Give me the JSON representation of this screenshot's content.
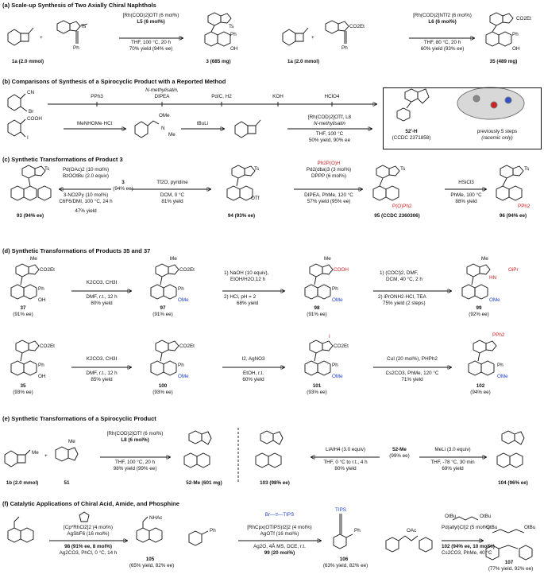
{
  "sections": {
    "a": "(a) Scale-up Synthesis of Two Axially Chiral Naphthols",
    "b": "(b) Comparisons of Synthesis of a Spirocyclic Product with a Reported Method",
    "c": "(c) Synthetic Transformations of Product 3",
    "d": "(d) Synthetic Transformations of Products 35 and 37",
    "e": "(e) Synthetic Transformations of a Spirocyclic Product",
    "f": "(f) Catalytic Applications of Chiral Acid, Amide, and Phosphine"
  },
  "a": {
    "r1_line1": "[Rh(COD)2]OTf (6 mol%)",
    "r1_line2": "L5 (6 mol%)",
    "r1_line3": "THF, 100 °C, 20 h",
    "r1_line4": "70% yield (94% ee)",
    "r2_line1": "[Rh(COD)2]NTf2 (6 mol%)",
    "r2_line2": "L6 (6 mol%)",
    "r2_line3": "THF, 80 °C, 20 h",
    "r2_line4": "60% yield (93% ee)",
    "sm1": "1a (2.0 mmol)",
    "sm2": "1a (2.0 mmol)",
    "p3": "3 (685 mg)",
    "p35": "35 (489 mg)",
    "ts": "Ts",
    "ph": "Ph",
    "co2et": "CO2Et",
    "oh": "OH"
  },
  "b": {
    "step1": "PPh3",
    "step2a": "N-methylisatin,",
    "step2b": "DIPEA",
    "step3": "Pd/C, H2",
    "step4": "KOH",
    "step5": "HClO4",
    "row2_r1": "MeNHOMe·HCl",
    "row2_r2": "tBuLi",
    "row2_r3a": "[Rh(COD)2]OTf, L8",
    "row2_r3b": "N-methylisatin",
    "row2_r3c": "THF, 100 °C",
    "row2_r3d": "50% yield, 90% ee",
    "sm_cn": "CN",
    "sm_br": "Br",
    "sm_acid": "COOH",
    "sm_i": "I",
    "weinreb_ome": "OMe",
    "weinreb_me": "Me",
    "weinreb_n": "N",
    "box_label1": "52'-H",
    "box_label2": "(CCDC 2371858)",
    "box_note1": "previously 5 steps",
    "box_note2": "(racemic only)"
  },
  "c": {
    "left_r1": "Pd(OAc)2 (10 mol%)",
    "left_r2": "BzOOtBu (2.0 equiv)",
    "left_r3": "3-NO2Py (10 mol%)",
    "left_r4": "C6F6/DMI, 100 °C, 24 h",
    "left_r5": "47% yield",
    "center_num": "3",
    "center_ee": "(94% ee)",
    "mid_r1": "Tf2O, pyridine",
    "mid_r2": "DCM, 0 °C",
    "mid_r3": "81% yield",
    "r3_1": "Ph2P(O)H",
    "r3_2": "Pd2(dba)3 (3 mol%)",
    "r3_3": "DPPP (6 mol%)",
    "r3_4": "DIPEA, PhMe, 120 °C",
    "r3_5": "57% yield (95% ee)",
    "r4_1": "HSiCl3",
    "r4_2": "PhMe, 100 °C",
    "r4_3": "88% yield",
    "p93": "93 (94% ee)",
    "p94": "94 (93% ee)",
    "p95": "95 (CCDC 2360306)",
    "p96": "96 (94% ee)",
    "otf": "OTf",
    "pooph": "P(O)Ph2",
    "pph2": "PPh2"
  },
  "d": {
    "a1": "K2CO3, CH3I",
    "a2": "DMF, r.t., 12 h",
    "a3": "80% yield",
    "b1": "1) NaOH (10 equiv),",
    "b2": "EtOH/H2O,12 h",
    "b3": "2) HCl, pH = 2",
    "b4": "68% yield",
    "c1": "1) (COCl)2, DMF,",
    "c2": "DCM, 40 °C, 2 h",
    "c3": "2) iPrONH2·HCl, TEA",
    "c4": "75% yield (2 steps)",
    "d1": "K2CO3, CH3I",
    "d2": "DMF, r.t., 12 h",
    "d3": "85% yield",
    "e1": "I2, AgNO3",
    "e2": "EtOH, r.t.",
    "e3": "60% yield",
    "f1": "CuI (20 mol%), PHPh2",
    "f2": "Cs2CO3, PhMe, 120 °C",
    "f3": "71% yield",
    "p37": "37",
    "p37ee": "(91% ee)",
    "p97": "97",
    "p97ee": "(91% ee)",
    "p98": "98",
    "p98ee": "(91% ee)",
    "p99": "99",
    "p99ee": "(92% ee)",
    "p35": "35",
    "p35ee": "(93% ee)",
    "p100": "100",
    "p100ee": "(93% ee)",
    "p101": "101",
    "p101ee": "(93% ee)",
    "p102": "102",
    "p102ee": "(94% ee)",
    "me": "Me",
    "co2et": "CO2Et",
    "cooh": "COOH",
    "ome": "OMe",
    "oh": "OH",
    "ph": "Ph",
    "i": "I",
    "pph2": "PPh2",
    "hn": "HN",
    "oipr": "OiPr"
  },
  "e": {
    "r1_1": "[Rh(COD)2]OTf (6 mol%)",
    "r1_2": "L8 (6 mol%)",
    "r1_3": "THF, 100 °C, 20 h",
    "r1_4": "98% yield (99% ee)",
    "r2_1": "LiAlH4 (3.0 equiv)",
    "r2_2": "THF, 0 °C to r.t., 4 h",
    "r2_3": "80% yield",
    "mid_num": "52-Me",
    "mid_ee": "(99% ee)",
    "r3_1": "MeLi (3.0 equiv)",
    "r3_2": "THF, -78 °C, 30 min",
    "r3_3": "69% yield",
    "sm1": "1b (2.0 mmol)",
    "sm2": "51",
    "p52": "52-Me (601 mg)",
    "p103": "103 (98% ee)",
    "p104": "104 (96% ee)",
    "me": "Me"
  },
  "f": {
    "r1_1": "[Cp*RhCl2]2 (4 mol%)",
    "r1_2": "AgSbF6 (16 mol%)",
    "r1_3": "98 (91% ee, 8 mol%)",
    "r1_4": "Ag2CO3, PhCl, 0 °C, 14 h",
    "r2_0": "Br—≡—TIPS",
    "r2_1": "[RhCpx(OTIPS)I2]2 (4 mol%)",
    "r2_2": "AgOTf (16 mol%)",
    "r2_3": "Ag2O, 4Å MS, DCE, r.t.",
    "r2_4": "99 (20 mol%)",
    "r3_1": "Pd(allyl)Cl]2 (5 mol%)",
    "r3_2": "102 (94% ee, 10 mol%)",
    "r3_3": "Cs2CO3, PhMe, 40 °C",
    "p105": "105",
    "p105y": "(65% yield, 82% ee)",
    "p106": "106",
    "p106y": "(63% yield, 82% ee)",
    "p107": "107",
    "p107y": "(77% yield, 92% ee)",
    "nhac": "NHAc",
    "tips": "TIPS",
    "oac": "OAc",
    "obu": "OtBu",
    "ph": "Ph"
  }
}
